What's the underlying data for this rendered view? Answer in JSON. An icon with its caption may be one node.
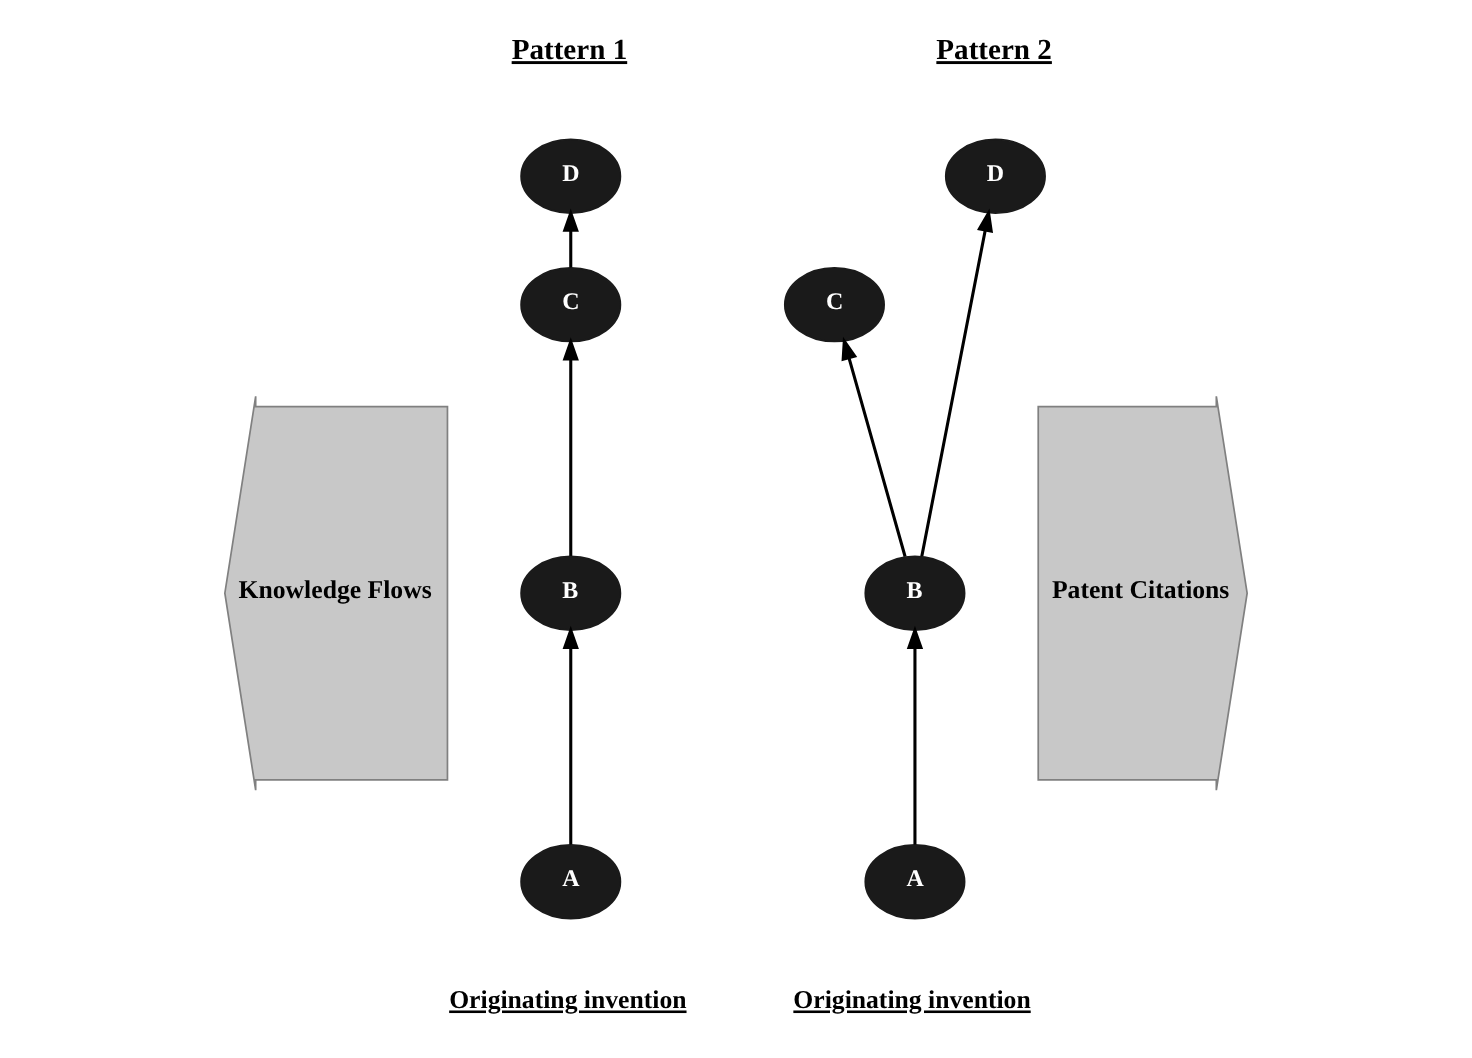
{
  "diagram": {
    "nodes": [
      {
        "text": [
          "Knowledge Flows"
        ]
      },
      {
        "text": [
          "D"
        ]
      },
      {
        "text": [
          "C"
        ]
      },
      {
        "text": [
          "B"
        ]
      },
      {
        "text": [
          "A"
        ],
        "beside": [
          "Originating invention"
        ]
      },
      {
        "text": [
          "C"
        ]
      },
      {
        "text": [
          "D"
        ]
      },
      {
        "text": [
          "B"
        ]
      },
      {
        "text": [
          "A"
        ],
        "beside": [
          "Originating invention"
        ]
      },
      {
        "text": [
          "Patent Citations"
        ]
      }
    ],
    "edges": [
      {
        "from": 4,
        "to": 3,
        "arrow": "to"
      },
      {
        "from": 3,
        "to": 2,
        "arrow": "to"
      },
      {
        "from": 2,
        "to": 1,
        "arrow": "to"
      },
      {
        "from": 8,
        "to": 7,
        "arrow": "to"
      },
      {
        "from": 7,
        "to": 5,
        "arrow": "to"
      },
      {
        "from": 7,
        "to": 6,
        "arrow": "to"
      }
    ],
    "labels": [
      "Pattern 1",
      "Pattern 2"
    ]
  }
}
